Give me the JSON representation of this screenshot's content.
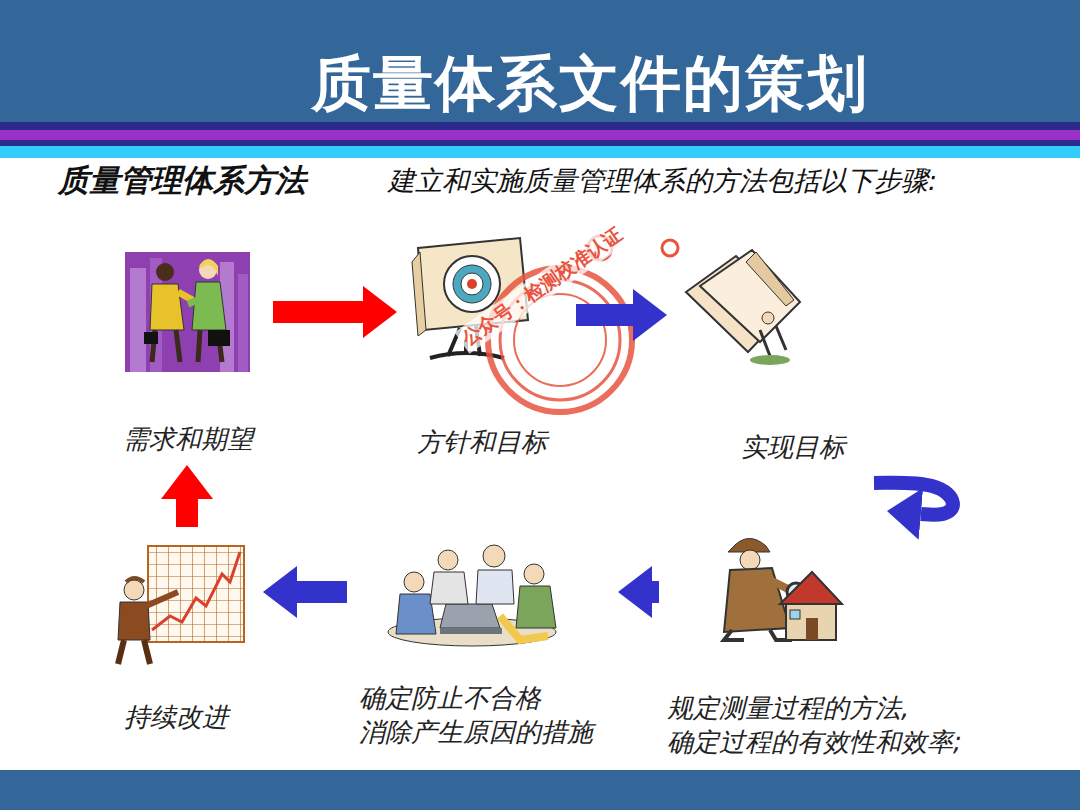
{
  "diagram": {
    "title": "质量体系文件的策划",
    "nodes": [
      {
        "text": [
          "需求和期望"
        ]
      },
      {
        "text": [
          "方针和目标"
        ]
      },
      {
        "text": [
          "实现目标"
        ]
      },
      {
        "text": [
          "规定测量过程的方法, 确定过程的有效性和效率;"
        ]
      },
      {
        "text": [
          "确定防止不合格 消除产生原因的措施"
        ]
      },
      {
        "text": [
          "持续改进"
        ]
      }
    ],
    "edges": [
      {
        "from": 0,
        "to": 1,
        "arrow": "to"
      },
      {
        "from": 1,
        "to": 2,
        "arrow": "to"
      },
      {
        "from": 2,
        "to": 3,
        "arrow": "to"
      },
      {
        "from": 3,
        "to": 4,
        "arrow": "to"
      },
      {
        "from": 4,
        "to": 5,
        "arrow": "to"
      },
      {
        "from": 5,
        "to": 0,
        "arrow": "to"
      }
    ],
    "labels": [
      "质量管理体系方法",
      "建立和实施质量管理体系的方法包括以下步骤:",
      "公众号：检测校准认证"
    ]
  }
}
